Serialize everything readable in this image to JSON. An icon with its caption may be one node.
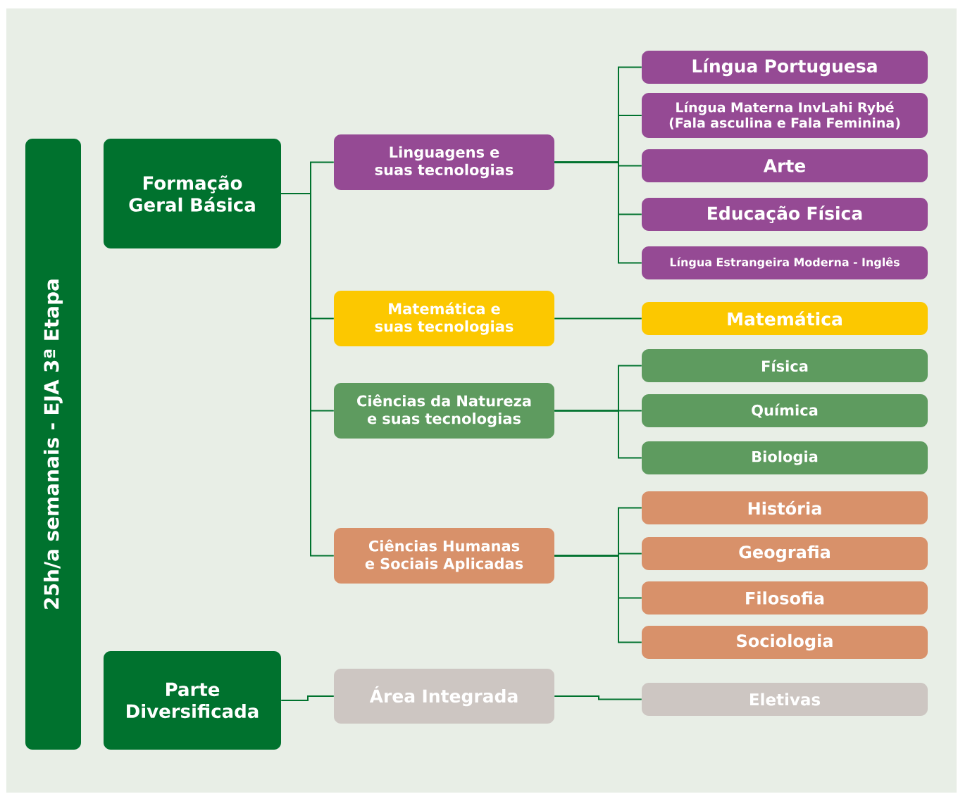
{
  "diagram": {
    "nodes": [
      {
        "text": [
          "25h/a semanais - EJA 3ª Etapa"
        ]
      },
      {
        "text": [
          "Formação Geral Básica"
        ]
      },
      {
        "text": [
          "Linguagens e suas tecnologias"
        ]
      },
      {
        "text": [
          "Língua Portuguesa"
        ]
      },
      {
        "text": [
          "Língua Materna InvLahi Rybé (Fala asculina e Fala Feminina)"
        ]
      },
      {
        "text": [
          "Arte"
        ]
      },
      {
        "text": [
          "Educação Física"
        ]
      },
      {
        "text": [
          "Língua Estrangeira Moderna - Inglês"
        ]
      },
      {
        "text": [
          "Matemática e suas tecnologias"
        ]
      },
      {
        "text": [
          "Matemática"
        ]
      },
      {
        "text": [
          "Ciências da Natureza e suas tecnologias"
        ]
      },
      {
        "text": [
          "Física"
        ]
      },
      {
        "text": [
          "Química"
        ]
      },
      {
        "text": [
          "Biologia"
        ]
      },
      {
        "text": [
          "Ciências Humanas e Sociais Aplicadas"
        ]
      },
      {
        "text": [
          "História"
        ]
      },
      {
        "text": [
          "Geografia"
        ]
      },
      {
        "text": [
          "Filosofia"
        ]
      },
      {
        "text": [
          "Sociologia"
        ]
      },
      {
        "text": [
          "Parte Diversificada"
        ]
      },
      {
        "text": [
          "Área Integrada"
        ]
      },
      {
        "text": [
          "Eletivas"
        ]
      }
    ],
    "edges": [
      {
        "from": 1,
        "to": 2,
        "arrow": "none"
      },
      {
        "from": 1,
        "to": 8,
        "arrow": "none"
      },
      {
        "from": 1,
        "to": 10,
        "arrow": "none"
      },
      {
        "from": 1,
        "to": 14,
        "arrow": "none"
      },
      {
        "from": 2,
        "to": 3,
        "arrow": "none"
      },
      {
        "from": 2,
        "to": 4,
        "arrow": "none"
      },
      {
        "from": 2,
        "to": 5,
        "arrow": "none"
      },
      {
        "from": 2,
        "to": 6,
        "arrow": "none"
      },
      {
        "from": 2,
        "to": 7,
        "arrow": "none"
      },
      {
        "from": 8,
        "to": 9,
        "arrow": "none"
      },
      {
        "from": 10,
        "to": 11,
        "arrow": "none"
      },
      {
        "from": 10,
        "to": 12,
        "arrow": "none"
      },
      {
        "from": 10,
        "to": 13,
        "arrow": "none"
      },
      {
        "from": 14,
        "to": 15,
        "arrow": "none"
      },
      {
        "from": 14,
        "to": 16,
        "arrow": "none"
      },
      {
        "from": 14,
        "to": 17,
        "arrow": "none"
      },
      {
        "from": 14,
        "to": 18,
        "arrow": "none"
      },
      {
        "from": 19,
        "to": 20,
        "arrow": "none"
      },
      {
        "from": 20,
        "to": 21,
        "arrow": "none"
      }
    ]
  }
}
